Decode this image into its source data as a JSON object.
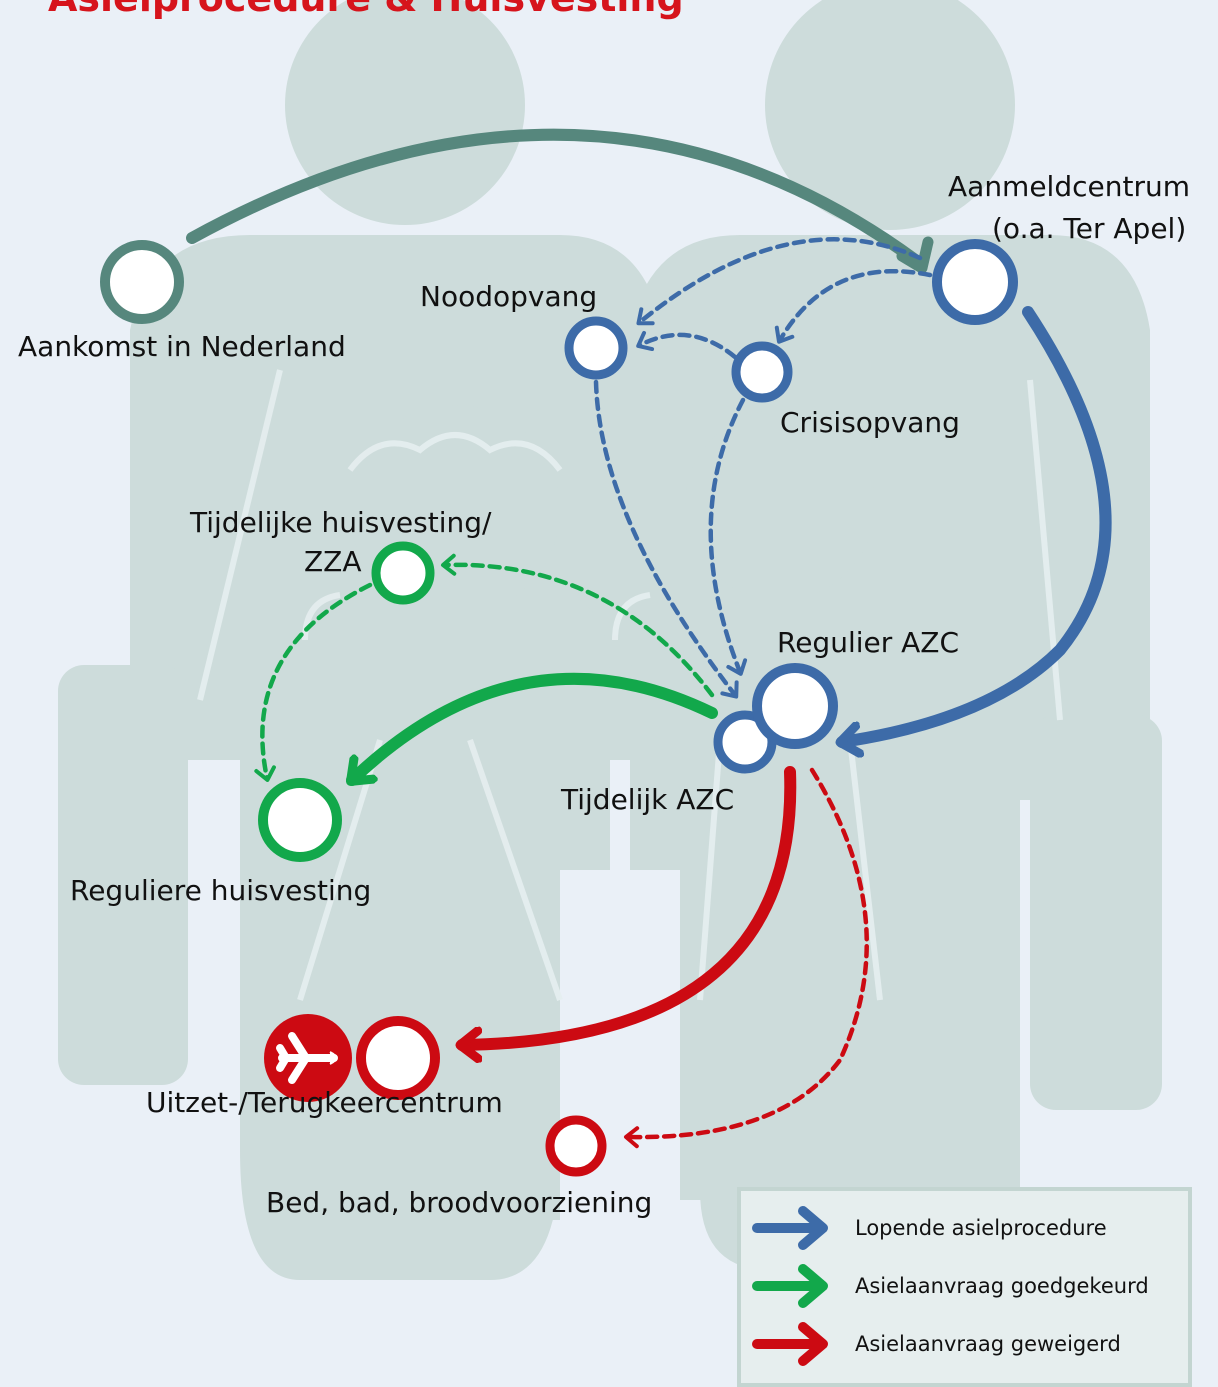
{
  "title": "Asielprocedure & Huisvesting",
  "nodes": {
    "aankomst": "Aankomst in Nederland",
    "aanmeldcentrum": "Aanmeldcentrum",
    "aanmeldcentrum_sub": "(o.a. Ter Apel)",
    "noodopvang": "Noodopvang",
    "crisisopvang": "Crisisopvang",
    "tijdelijke_huisvesting_1": "Tijdelijke huisvesting/",
    "tijdelijke_huisvesting_2": "ZZA",
    "regulier_azc": "Regulier AZC",
    "tijdelijk_azc": "Tijdelijk AZC",
    "reguliere_huisvesting": "Reguliere huisvesting",
    "uitzet": "Uitzet-/Terugkeercentrum",
    "bbb": "Bed, bad, broodvoorziening"
  },
  "legend": [
    {
      "label": "Lopende asielprocedure",
      "color": "#3d6ba8"
    },
    {
      "label": "Asielaanvraag goedgekeurd",
      "color": "#12a84b"
    },
    {
      "label": "Asielaanvraag geweigerd",
      "color": "#cc0a12"
    }
  ],
  "colors": {
    "arrival": "#56877d",
    "blue": "#3d6ba8",
    "green": "#12a84b",
    "red": "#cc0a12",
    "silhouette": "#cddcdb",
    "background": "#eaf0f7"
  }
}
